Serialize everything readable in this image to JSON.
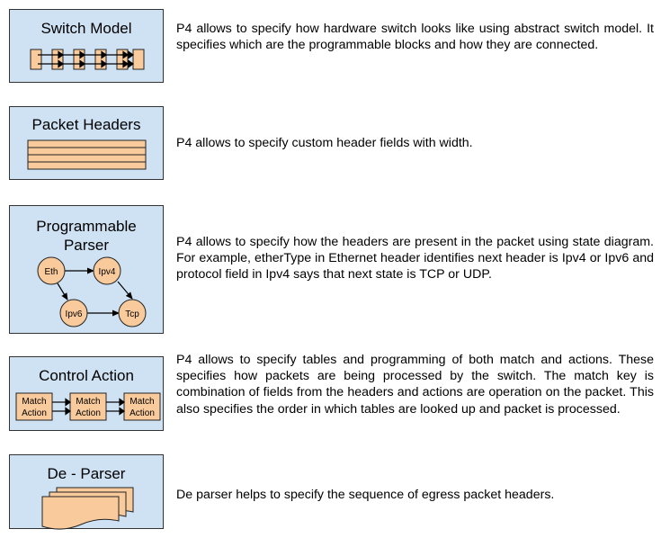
{
  "rows": [
    {
      "title": "Switch Model",
      "description": "P4 allows to specify how hardware switch looks like using abstract switch model. It specifies which are the programmable blocks and how they are connected."
    },
    {
      "title": "Packet Headers",
      "description": "P4 allows to specify custom header fields with width."
    },
    {
      "title": "Programmable Parser",
      "description": "P4 allows to specify how the headers are present in the packet using state diagram. For example, etherType in Ethernet header identifies next header is Ipv4 or Ipv6 and protocol field in Ipv4 says that next state is TCP or UDP.",
      "states": [
        "Eth",
        "Ipv4",
        "Ipv6",
        "Tcp"
      ]
    },
    {
      "title": "Control Action",
      "description": "P4 allows to specify tables and programming of both match and actions. These specifies how packets are being processed by the switch. The match key is combination of fields from the headers and actions are operation on the packet. This also specifies the order in which tables are looked up and packet is processed.",
      "tables": [
        {
          "line1": "Match",
          "line2": "Action"
        },
        {
          "line1": "Match",
          "line2": "Action"
        },
        {
          "line1": "Match",
          "line2": "Action"
        }
      ]
    },
    {
      "title": "De - Parser",
      "description": "De parser helps to specify the sequence of egress packet headers."
    }
  ],
  "colors": {
    "box_fill": "#cfe2f3",
    "element_fill": "#f9cb9c",
    "border": "#333333"
  }
}
